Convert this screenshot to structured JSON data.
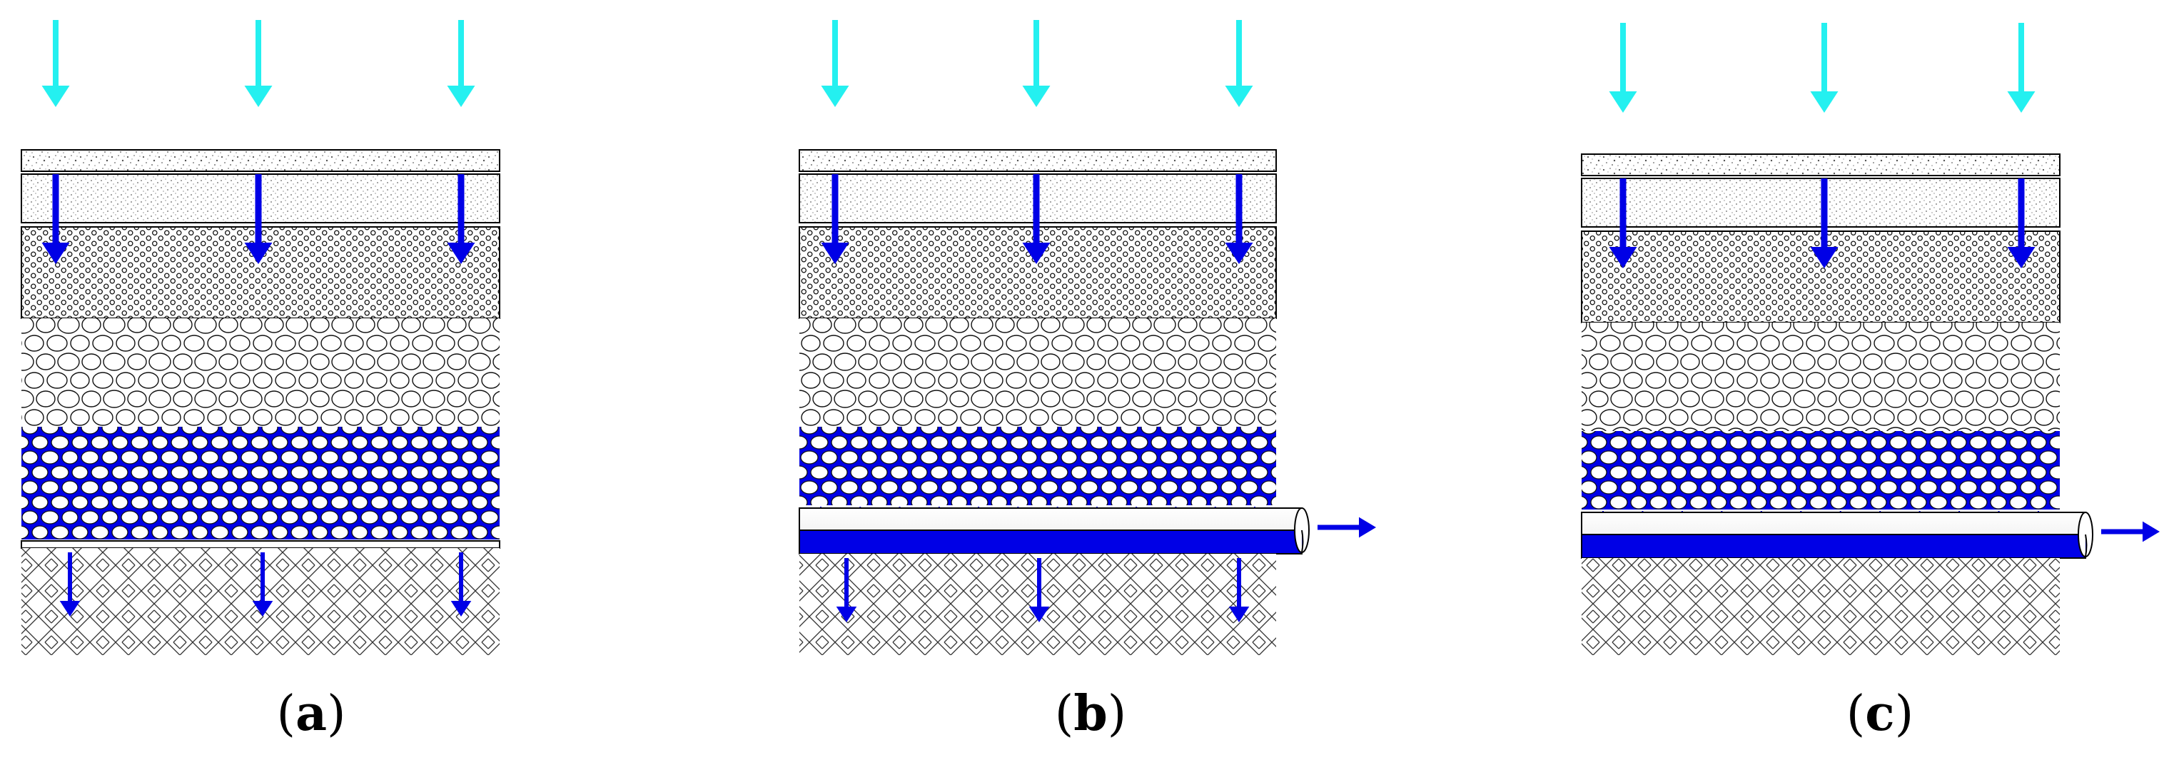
{
  "colors": {
    "rain": "#24f0f0",
    "water": "#0000e6",
    "outline": "#000000",
    "background": "#ffffff"
  },
  "panels": [
    {
      "letter": "a",
      "outlet_pipe": false,
      "exfiltration": true
    },
    {
      "letter": "b",
      "outlet_pipe": true,
      "exfiltration": true
    },
    {
      "letter": "c",
      "outlet_pipe": true,
      "exfiltration": false
    }
  ]
}
